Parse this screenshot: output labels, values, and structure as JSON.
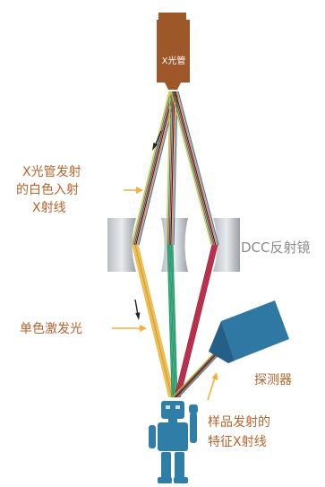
{
  "tube_label": "X光管",
  "annotations": {
    "incident": [
      "X光管发射",
      "的白色入射",
      "X射线"
    ],
    "dcc": "DCC反射镜",
    "mono": "单色激发光",
    "detector": "探测器",
    "sample": [
      "样品发射的",
      "特征X射线"
    ]
  },
  "colors": {
    "tube": "#9e5729",
    "annotation_text": "#b5642d",
    "pointer": "#f2b03a",
    "crystal": "#8d9399",
    "detector": "#2f78a4",
    "sample": "#2f7ea8",
    "beam_yellow": "#e6b93a",
    "beam_green": "#239a6b",
    "beam_red": "#b01d3c",
    "beam_black": "#222222",
    "beam_orange": "#e58a2a",
    "beam_blue": "#3a74c4"
  },
  "icons": [
    "arrow-icon",
    "arrow-icon"
  ]
}
